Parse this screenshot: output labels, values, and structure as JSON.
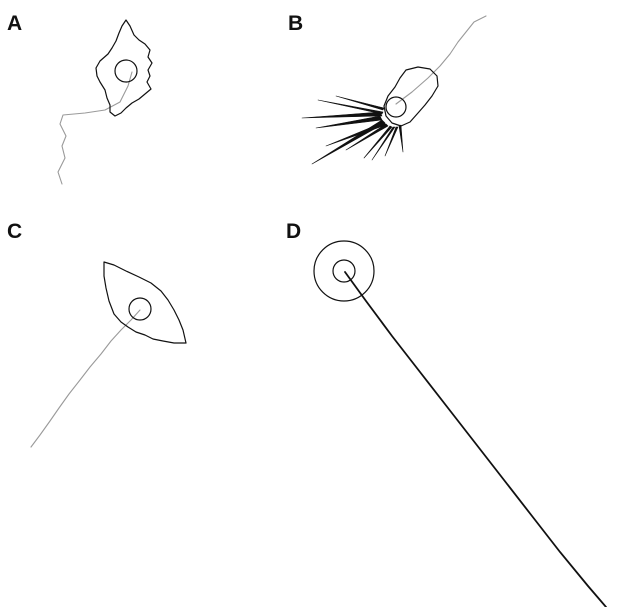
{
  "panels": {
    "a": {
      "label": "A"
    },
    "b": {
      "label": "B"
    },
    "c": {
      "label": "C"
    },
    "d": {
      "label": "D"
    }
  },
  "colors": {
    "cell_outline": "#111111",
    "track_light": "#9a9a9a",
    "track_dark": "#111111",
    "background": "#ffffff"
  }
}
